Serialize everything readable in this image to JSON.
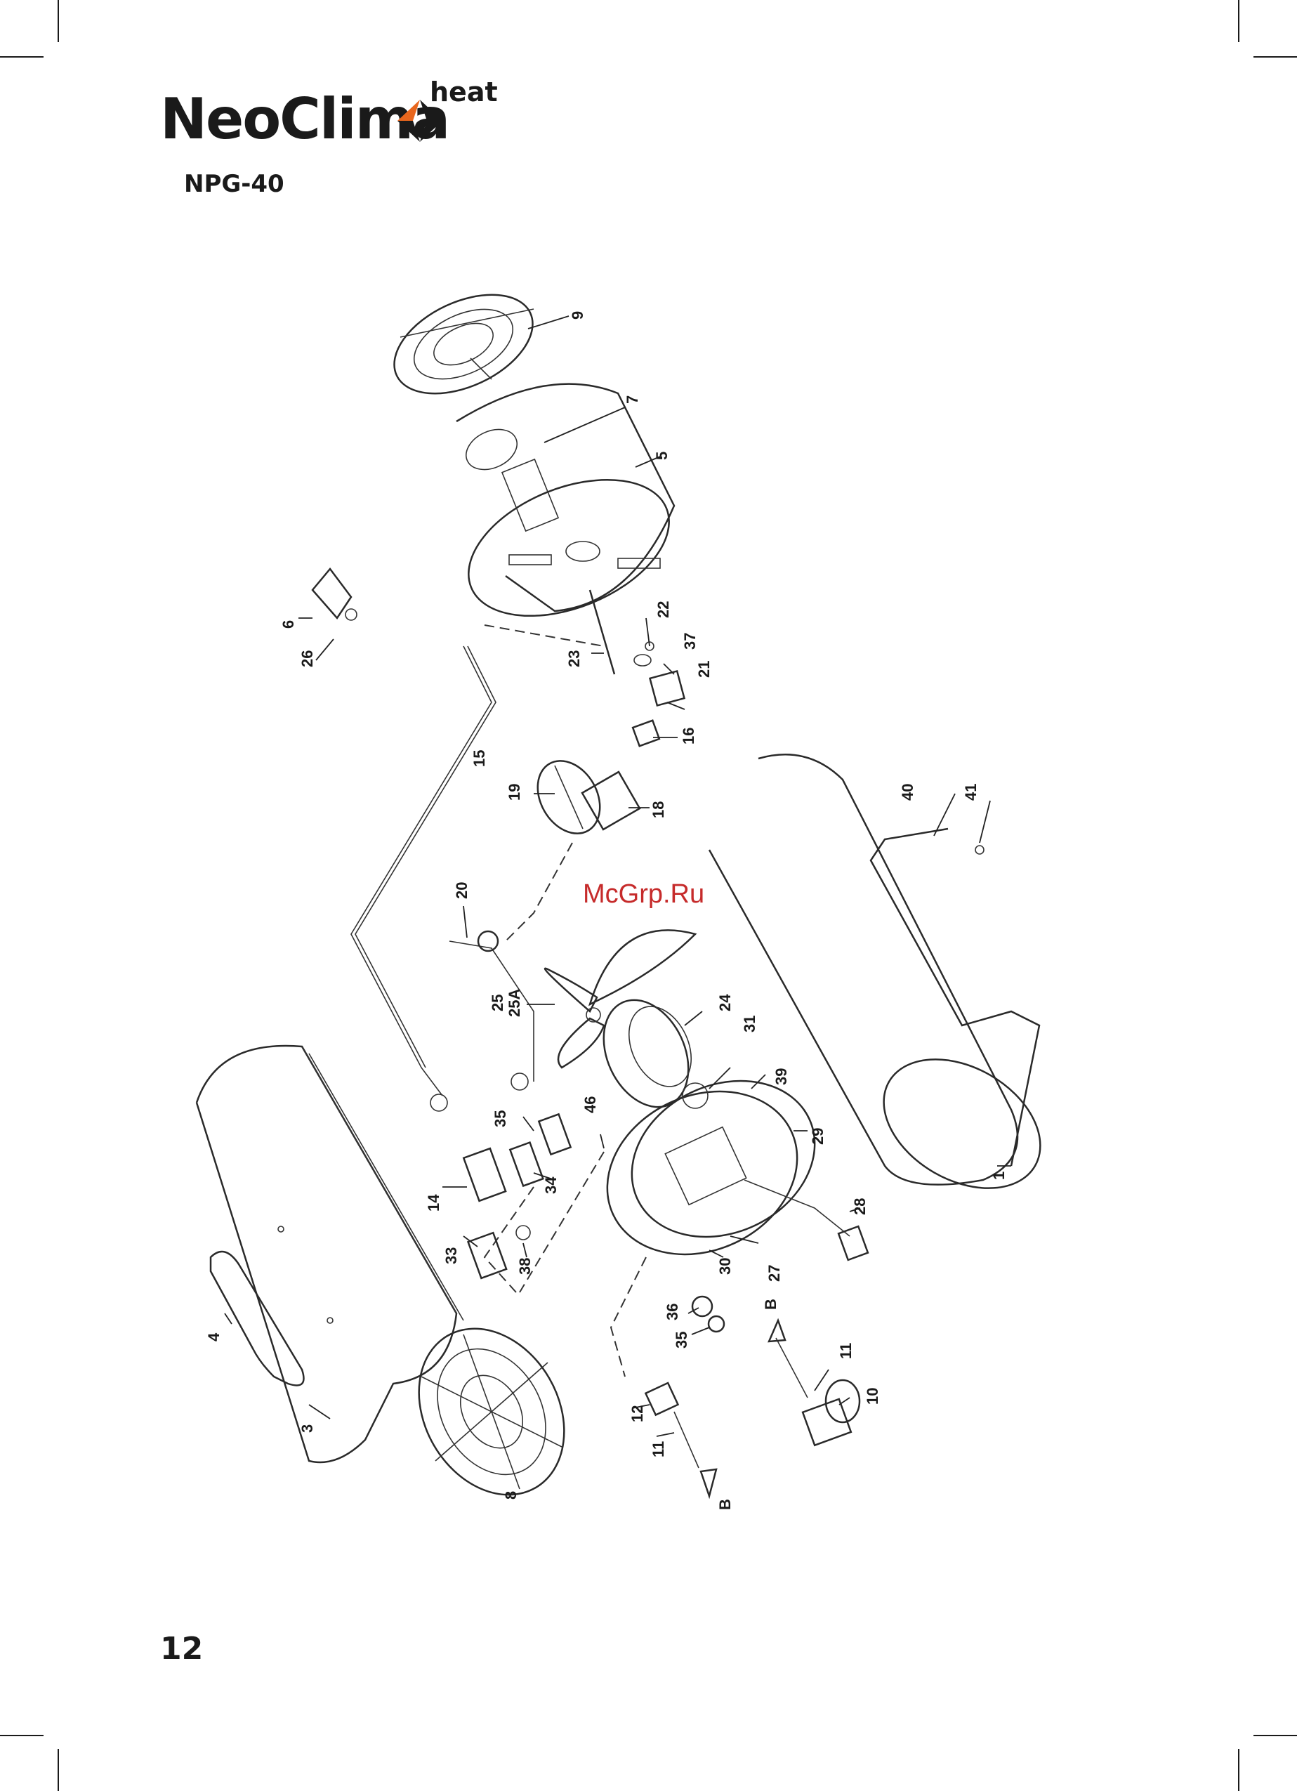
{
  "brand": {
    "name": "NeoClima",
    "suffix": "heat"
  },
  "model": "NPG-40",
  "page_number": "12",
  "watermark": "McGrp.Ru",
  "diagram": {
    "callouts": [
      "1",
      "3",
      "4",
      "5",
      "6",
      "7",
      "8",
      "9",
      "10",
      "11",
      "11",
      "12",
      "14",
      "15",
      "16",
      "18",
      "19",
      "20",
      "21",
      "22",
      "23",
      "24",
      "25",
      "25A",
      "26",
      "27",
      "28",
      "29",
      "30",
      "31",
      "33",
      "34",
      "35",
      "35",
      "36",
      "37",
      "38",
      "39",
      "40",
      "41",
      "46",
      "B",
      "B"
    ]
  }
}
